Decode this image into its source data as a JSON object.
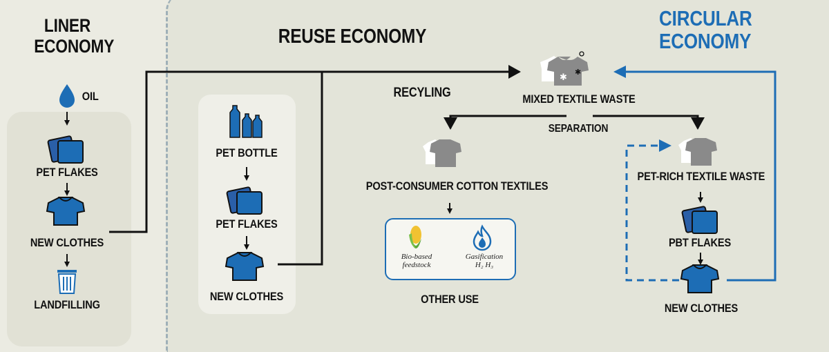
{
  "liner": {
    "title": "LINER\nECONOMY",
    "oil": "OIL",
    "pet_flakes": "PET FLAKES",
    "new_clothes": "NEW CLOTHES",
    "landfilling": "LANDFILLING"
  },
  "reuse": {
    "title": "REUSE ECONOMY",
    "pet_bottle": "PET BOTTLE",
    "pet_flakes": "PET FLAKES",
    "new_clothes": "NEW CLOTHES",
    "recycling": "RECYLING"
  },
  "circular": {
    "title": "CIRCULAR\nECONOMY",
    "mixed_waste": "MIXED TEXTILE WASTE",
    "separation": "SEPARATION",
    "post_consumer": "POST-CONSUMER COTTON TEXTILES",
    "bio_based": "Bio-based\nfeedstock",
    "gasification": "Gasification\nH₂ H₃",
    "other_use": "OTHER USE",
    "pet_rich": "PET-RICH TEXTILE WASTE",
    "pbt_flakes": "PBT FLAKES",
    "new_clothes": "NEW CLOTHES"
  },
  "colors": {
    "accent": "#1d6db5",
    "background": "#ebebe2",
    "panel": "#e3e4d9",
    "dark_arrow": "#111111",
    "grey_shirt": "#8a8a8a"
  },
  "icons": [
    "oil-drop-icon",
    "flakes-icon",
    "tshirt-icon",
    "trash-bin-icon",
    "bottles-icon",
    "mixed-shirts-icon",
    "corn-icon",
    "flame-icon"
  ]
}
